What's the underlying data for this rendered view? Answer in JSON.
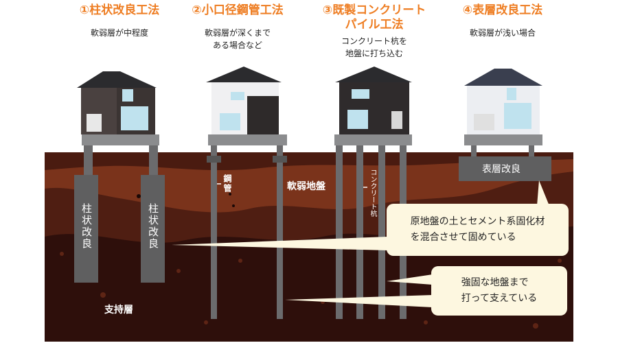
{
  "methods": [
    {
      "title": "①柱状改良工法",
      "subtitle": [
        "軟弱層が中程度"
      ]
    },
    {
      "title": "②小口径鋼管工法",
      "subtitle": [
        "軟弱層が深くまで",
        "ある場合など"
      ]
    },
    {
      "title_lines": [
        "③既製コンクリート",
        "パイル工法"
      ],
      "subtitle": [
        "コンクリート杭を",
        "地盤に打ち込む"
      ]
    },
    {
      "title": "④表層改良工法",
      "subtitle": [
        "軟弱層が浅い場合"
      ]
    }
  ],
  "labels": {
    "column_improvement": "柱状改良",
    "steel_pipe": "鋼管",
    "soft_ground": "軟弱地盤",
    "concrete_pile": "コンクリート杭",
    "surface_improvement": "表層改良",
    "bearing_layer": "支持層"
  },
  "callouts": {
    "cement": [
      "原地盤の土とセメント系固化材",
      "を混合させて固めている"
    ],
    "support": [
      "強固な地盤まで",
      "打って支えている"
    ]
  },
  "colors": {
    "accent": "#ee7d22",
    "callout_bg": "#fdf7e0",
    "pillar": "#5f5f60"
  }
}
